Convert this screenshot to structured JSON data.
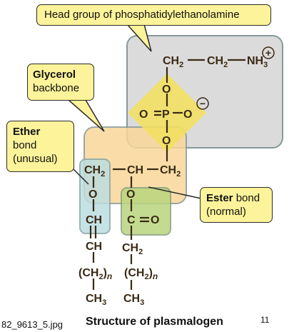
{
  "callouts": {
    "head_group": "Head group of phosphatidylethanolamine",
    "glycerol_title": "Glycerol",
    "glycerol_sub": "backbone",
    "ether_title": "Ether",
    "ether_sub1": "bond",
    "ether_sub2": "(unusual)",
    "ester_title": "Ester",
    "ester_rest": " bond",
    "ester_sub": "(normal)"
  },
  "molecule": {
    "ch2": "CH",
    "ch": "CH",
    "nh": "NH",
    "sub2": "2",
    "sub3": "3",
    "sub_n": "n",
    "o": "O",
    "p": "P",
    "c": "C",
    "plus": "+",
    "minus": "−",
    "bond": "—",
    "double_bond": "=",
    "paren_open": "(",
    "paren_close": ")"
  },
  "footer": {
    "filename": "82_9613_5.jpg",
    "title": "Structure of plasmalogen",
    "page_number": "11"
  },
  "colors": {
    "head_box": "#d8d8d8",
    "glycerol_box": "#f9d79a",
    "phosphate_diamond": "#f3e060",
    "ether_box": "#bcdde0",
    "ester_box": "#b9d57e",
    "text_dark_brown": "#3a2a14",
    "callout_fill": "#fdf39a"
  }
}
